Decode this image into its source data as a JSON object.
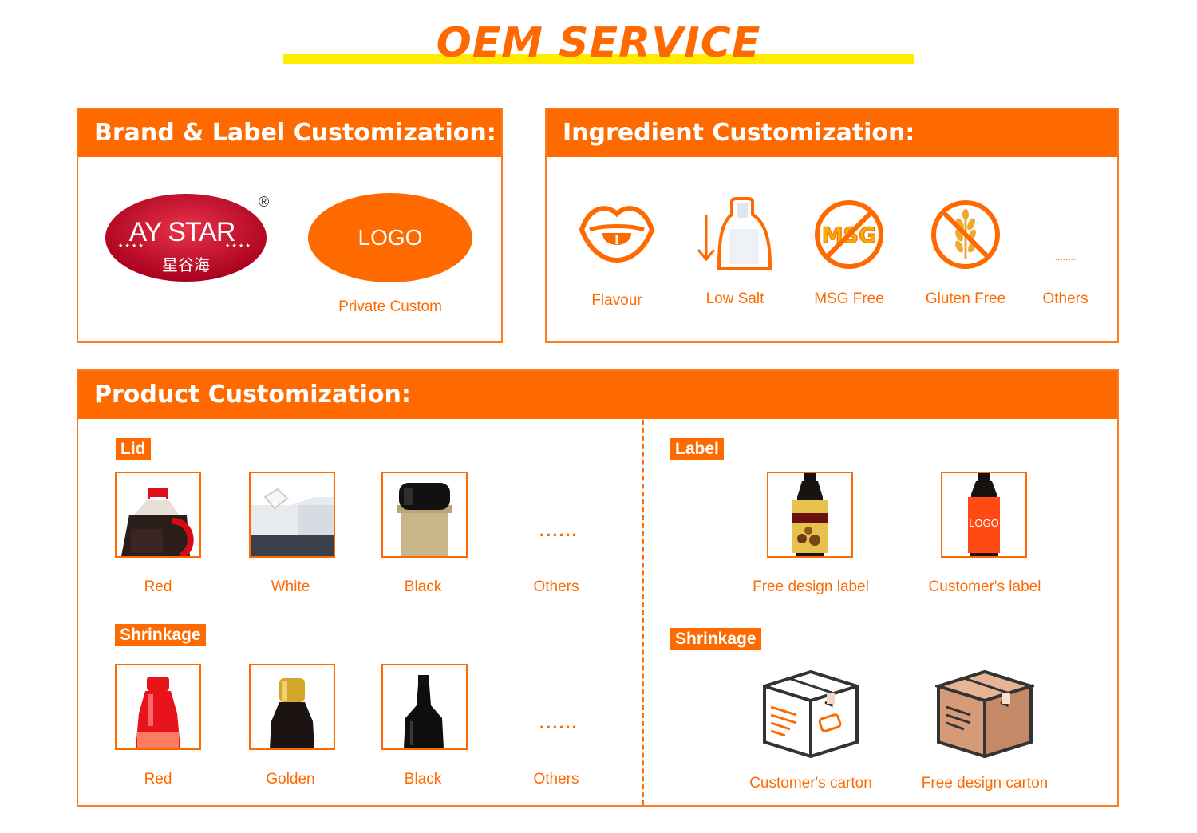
{
  "header": {
    "title": "OEM SERVICE"
  },
  "brand_panel": {
    "heading": "Brand & Label Customization:",
    "brand_logo_text": "AY STAR",
    "brand_logo_chinese": "星谷海",
    "registered_mark": "®",
    "logo_placeholder": "LOGO",
    "caption": "Private Custom"
  },
  "ingredient_panel": {
    "heading": "Ingredient Customization:",
    "items": [
      {
        "label": "Flavour",
        "icon": "lips-icon"
      },
      {
        "label": "Low Salt",
        "icon": "salt-shaker-icon"
      },
      {
        "label": "MSG Free",
        "icon": "no-msg-icon",
        "icon_text": "MSG"
      },
      {
        "label": "Gluten Free",
        "icon": "no-wheat-icon"
      },
      {
        "label": "Others",
        "icon": "dots-icon",
        "icon_text": "........"
      }
    ]
  },
  "product_panel": {
    "heading": "Product Customization:",
    "lid": {
      "badge": "Lid",
      "items": [
        "Red",
        "White",
        "Black",
        "Others"
      ],
      "others_dots": "......"
    },
    "shrinkage_left": {
      "badge": "Shrinkage",
      "items": [
        "Red",
        "Golden",
        "Black",
        "Others"
      ],
      "others_dots": "......"
    },
    "label": {
      "badge": "Label",
      "items": [
        "Free design label",
        "Customer's label"
      ],
      "customer_label_logo": "LOGO"
    },
    "shrinkage_right": {
      "badge": "Shrinkage",
      "items": [
        "Customer's carton",
        "Free design carton"
      ]
    }
  },
  "colors": {
    "accent": "#ff6a00",
    "title_underline": "#ffec00",
    "brand_red": "#c8102e"
  }
}
